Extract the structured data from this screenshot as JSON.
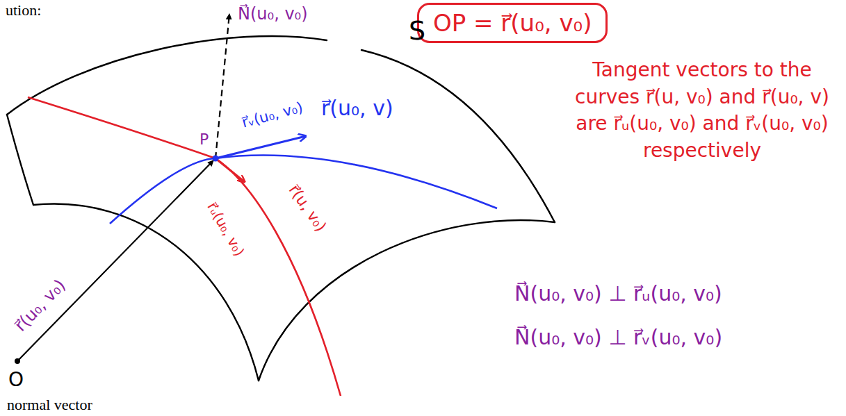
{
  "diagram": {
    "nodes": [
      {
        "text": [
          "OP = r⃗(u₀, v₀)"
        ]
      }
    ],
    "labels": [
      "ution:",
      "N⃗(u₀, v₀)",
      "S",
      "Tangent vectors to the curves r⃗(u, v₀) and r⃗(u₀, v) are r⃗ᵤ(u₀, v₀) and r⃗ᵥ(u₀, v₀) respectively",
      "r⃗ᵥ(u₀, v₀)",
      "P",
      "r⃗(u₀, v)",
      "r⃗ᵤ(u₀, v₀)",
      "r⃗(u, v₀)",
      "r⃗(u₀, v₀)",
      "O",
      "N⃗(u₀, v₀) ⊥ r⃗ᵤ(u₀, v₀)",
      "N⃗(u₀, v₀) ⊥ r⃗ᵥ(u₀, v₀)",
      "normal vector"
    ]
  }
}
